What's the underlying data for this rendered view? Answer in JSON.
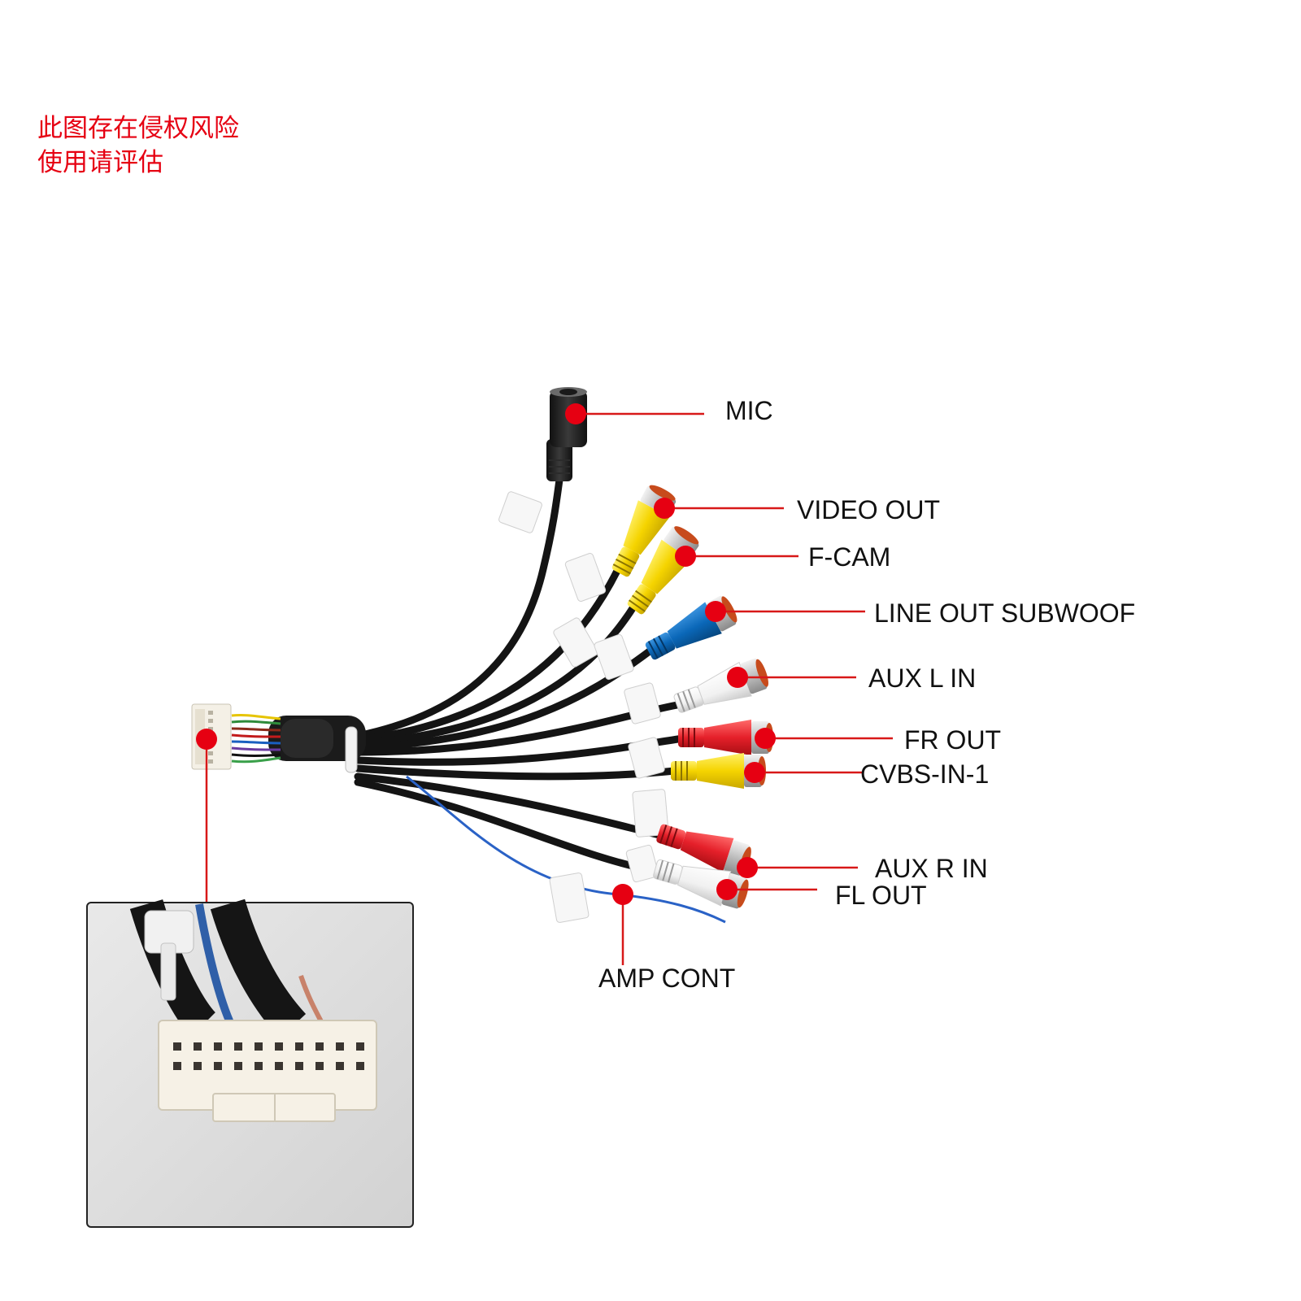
{
  "warning": {
    "line1": "此图存在侵权风险",
    "line2": "使用请评估"
  },
  "callouts": [
    {
      "id": "mic",
      "label": "MIC"
    },
    {
      "id": "video-out",
      "label": "VIDEO OUT"
    },
    {
      "id": "f-cam",
      "label": "F-CAM"
    },
    {
      "id": "line-out-subwoof",
      "label": "LINE OUT SUBWOOF"
    },
    {
      "id": "aux-l-in",
      "label": "AUX L IN"
    },
    {
      "id": "fr-out",
      "label": "FR OUT"
    },
    {
      "id": "cvbs-in-1",
      "label": "CVBS-IN-1"
    },
    {
      "id": "aux-r-in",
      "label": "AUX R IN"
    },
    {
      "id": "fl-out",
      "label": "FL OUT"
    },
    {
      "id": "amp-cont",
      "label": "AMP CONT"
    }
  ],
  "colors": {
    "marker": "#e60012",
    "leader": "#d81818",
    "rca_yellow": "#f5d400",
    "rca_blue": "#0a67b8",
    "rca_white": "#f4f4f4",
    "rca_red": "#e5202a",
    "cable": "#141414",
    "amp_wire": "#2a62c6"
  }
}
